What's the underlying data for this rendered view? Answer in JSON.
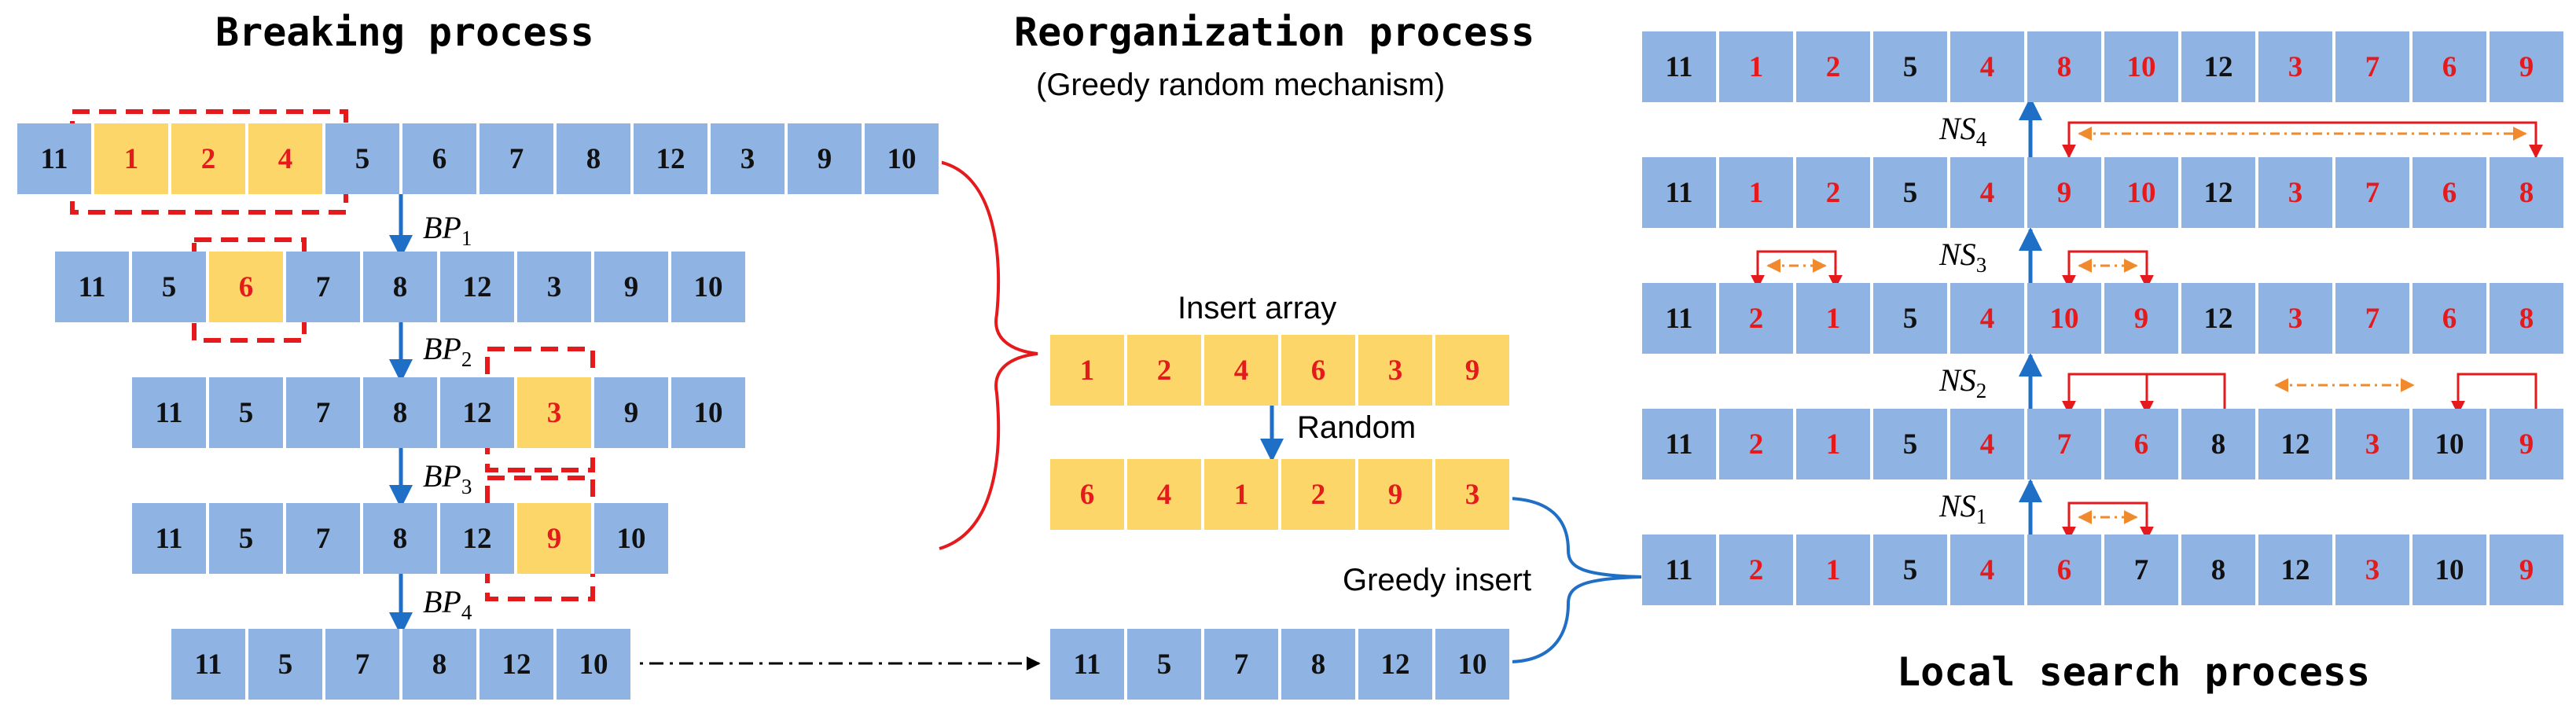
{
  "titles": {
    "breaking": "Breaking process",
    "reorganization": "Reorganization process",
    "reorganization_sub": "(Greedy random mechanism)",
    "local_search": "Local search process"
  },
  "labels": {
    "insert_array": "Insert array",
    "random": "Random",
    "greedy_insert": "Greedy insert"
  },
  "bp_labels": [
    {
      "base": "BP",
      "sub": "1"
    },
    {
      "base": "BP",
      "sub": "2"
    },
    {
      "base": "BP",
      "sub": "3"
    },
    {
      "base": "BP",
      "sub": "4"
    }
  ],
  "ns_labels": [
    {
      "base": "NS",
      "sub": "4"
    },
    {
      "base": "NS",
      "sub": "3"
    },
    {
      "base": "NS",
      "sub": "2"
    },
    {
      "base": "NS",
      "sub": "1"
    }
  ],
  "breaking_rows": [
    [
      "11",
      "1",
      "2",
      "4",
      "5",
      "6",
      "7",
      "8",
      "12",
      "3",
      "9",
      "10"
    ],
    [
      "11",
      "5",
      "6",
      "7",
      "8",
      "12",
      "3",
      "9",
      "10"
    ],
    [
      "11",
      "5",
      "7",
      "8",
      "12",
      "3",
      "9",
      "10"
    ],
    [
      "11",
      "5",
      "7",
      "8",
      "12",
      "9",
      "10"
    ],
    [
      "11",
      "5",
      "7",
      "8",
      "12",
      "10"
    ]
  ],
  "insert_array": [
    "1",
    "2",
    "4",
    "6",
    "3",
    "9"
  ],
  "random_array": [
    "6",
    "4",
    "1",
    "2",
    "9",
    "3"
  ],
  "greedy_base": [
    "11",
    "5",
    "7",
    "8",
    "12",
    "10"
  ],
  "local_rows": [
    [
      "11",
      "1",
      "2",
      "5",
      "4",
      "8",
      "10",
      "12",
      "3",
      "7",
      "6",
      "9"
    ],
    [
      "11",
      "1",
      "2",
      "5",
      "4",
      "9",
      "10",
      "12",
      "3",
      "7",
      "6",
      "8"
    ],
    [
      "11",
      "2",
      "1",
      "5",
      "4",
      "10",
      "9",
      "12",
      "3",
      "7",
      "6",
      "8"
    ],
    [
      "11",
      "2",
      "1",
      "5",
      "4",
      "7",
      "6",
      "8",
      "12",
      "3",
      "10",
      "9"
    ],
    [
      "11",
      "2",
      "1",
      "5",
      "4",
      "6",
      "7",
      "8",
      "12",
      "3",
      "10",
      "9"
    ]
  ],
  "colors": {
    "cell_blue": "#8fb3e2",
    "cell_yellow": "#fdd66a",
    "highlight_red": "#e41a1c",
    "arrow_blue": "#1f6fc7",
    "swap_orange": "#f08a2c"
  }
}
